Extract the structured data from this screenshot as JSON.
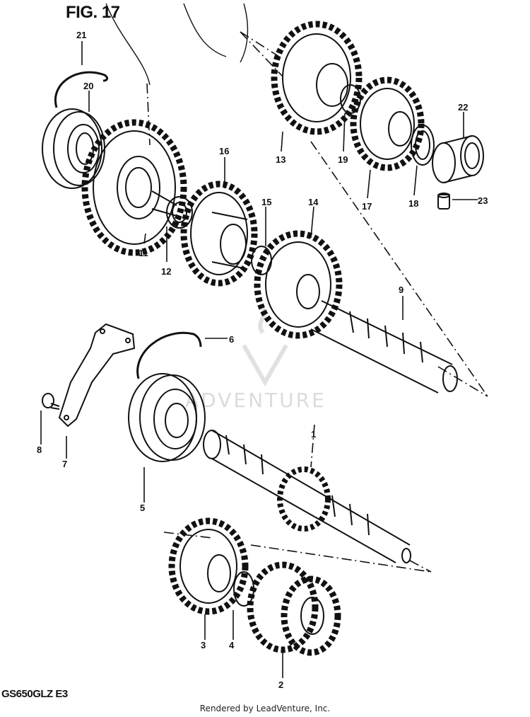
{
  "header": {
    "figure_title": "FIG. 17"
  },
  "footer": {
    "model_code": "GS650GLZ E3",
    "rendered_by": "Rendered by LeadVenture, Inc."
  },
  "watermark": {
    "text": "ADVENTURE"
  },
  "callouts": {
    "c1": "1",
    "c2": "2",
    "c3": "3",
    "c4": "4",
    "c5": "5",
    "c6": "6",
    "c7": "7",
    "c8": "8",
    "c9": "9",
    "c11": "11",
    "c12": "12",
    "c13": "13",
    "c14": "14",
    "c15": "15",
    "c16": "16",
    "c17": "17",
    "c18": "18",
    "c19": "19",
    "c20": "20",
    "c21": "21",
    "c22": "22",
    "c23": "23"
  }
}
